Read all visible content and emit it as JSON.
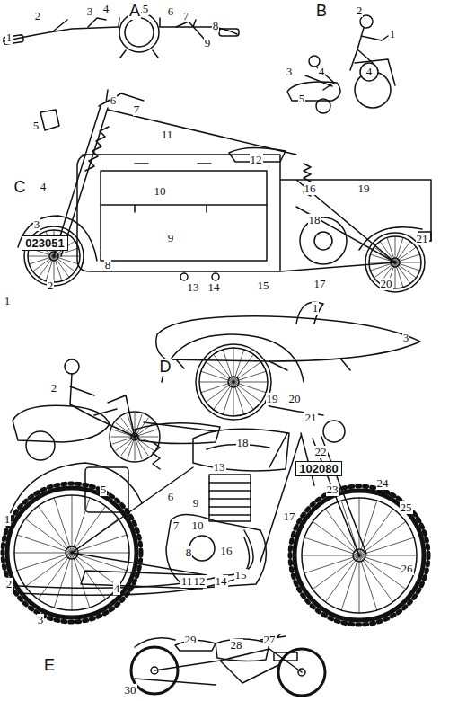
{
  "diagram": {
    "nodes": [
      {
        "text": [
          "023051"
        ]
      },
      {
        "text": [
          "102080"
        ]
      }
    ],
    "labels": [
      "A",
      "1",
      "2",
      "3",
      "4",
      "5",
      "6",
      "7",
      "8",
      "9",
      "B",
      "1",
      "2",
      "3",
      "4",
      "5",
      "4",
      "C",
      "1",
      "2",
      "3",
      "4",
      "5",
      "6",
      "7",
      "8",
      "9",
      "10",
      "11",
      "12",
      "13",
      "14",
      "15",
      "16",
      "17",
      "18",
      "19",
      "20",
      "21",
      "D",
      "1",
      "2",
      "3",
      "E",
      "1",
      "2",
      "3",
      "4",
      "5",
      "6",
      "7",
      "8",
      "9",
      "10",
      "11",
      "12",
      "13",
      "14",
      "15",
      "16",
      "17",
      "18",
      "19",
      "20",
      "21",
      "22",
      "23",
      "24",
      "25",
      "26",
      "27",
      "28",
      "29",
      "30"
    ]
  }
}
